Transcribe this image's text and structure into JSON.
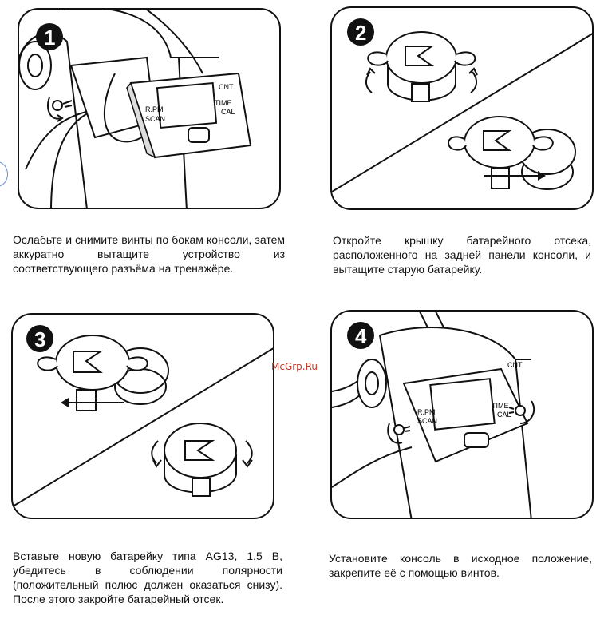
{
  "steps": [
    {
      "number": "1",
      "text": "Ослабьте и снимите винты по бокам консоли, затем аккуратно вытащите устройство из соответствующего разъёма на тренажёре."
    },
    {
      "number": "2",
      "text": "Откройте крышку батарейного отсека, расположенного на задней панели консоли, и вытащите старую батарейку."
    },
    {
      "number": "3",
      "text": "Вставьте новую батарейку типа AG13, 1,5 В, убедитесь в соблюдении полярности (положительный полюс должен оказаться снизу). После этого закройте батарейный отсек."
    },
    {
      "number": "4",
      "text": "Установите консоль в исходное положение, закрепите её с помощью винтов."
    }
  ],
  "console_labels": {
    "rpm": "R.PM",
    "scan": "SCAN",
    "cnt": "CNT",
    "time": "TIME",
    "cal": "CAL"
  },
  "watermark": "McGrp.Ru"
}
